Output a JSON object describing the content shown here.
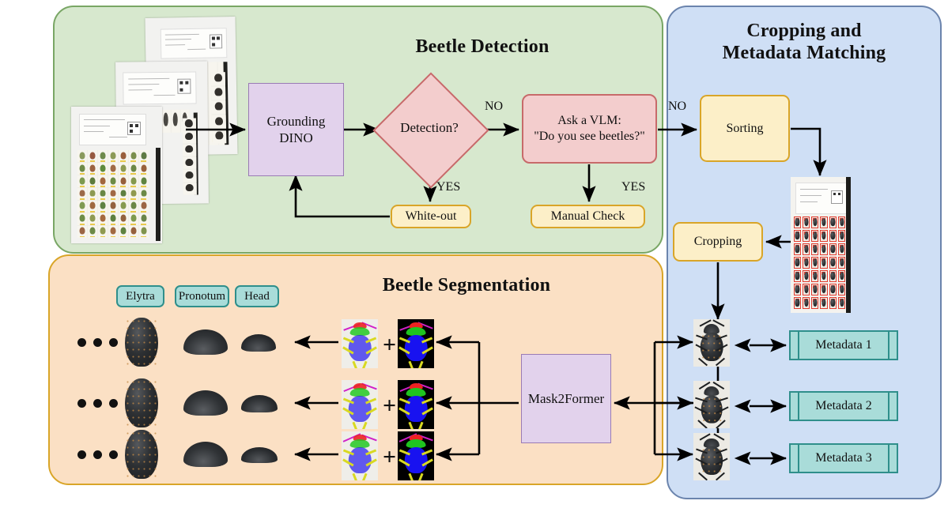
{
  "figure": {
    "panels": [
      {
        "id": "detection",
        "title": "Beetle Detection",
        "color": "#d7e8ce"
      },
      {
        "id": "cropping",
        "title": "Cropping and\nMetadata Matching",
        "color": "#cfdff5"
      },
      {
        "id": "segmentation",
        "title": "Beetle Segmentation",
        "color": "#fbe0c4"
      }
    ],
    "panel_titles": {
      "detection": "Beetle Detection",
      "cropping_line1": "Cropping and",
      "cropping_line2": "Metadata Matching",
      "segmentation": "Beetle Segmentation"
    }
  },
  "detection": {
    "grounding_dino": "Grounding\nDINO",
    "grounding_dino_line1": "Grounding",
    "grounding_dino_line2": "DINO",
    "decision": "Detection?",
    "vlm_line1": "Ask a VLM:",
    "vlm_line2": "\"Do you see beetles?\"",
    "white_out": "White-out",
    "manual_check": "Manual Check",
    "edge_labels": {
      "detection_no": "NO",
      "detection_yes": "YES",
      "vlm_no": "NO",
      "vlm_yes": "YES"
    }
  },
  "cropping": {
    "sorting": "Sorting",
    "cropping": "Cropping",
    "metadata": [
      {
        "label": "Metadata 1"
      },
      {
        "label": "Metadata 2"
      },
      {
        "label": "Metadata 3"
      }
    ]
  },
  "segmentation": {
    "model": "Mask2Former",
    "part_labels": [
      {
        "label": "Elytra"
      },
      {
        "label": "Pronotum"
      },
      {
        "label": "Head"
      }
    ],
    "rows": [
      {
        "ellipsis": "•••",
        "plus": "+"
      },
      {
        "ellipsis": "•••",
        "plus": "+"
      },
      {
        "ellipsis": "•••",
        "plus": "+"
      }
    ],
    "plus_symbol": "+"
  },
  "colors": {
    "panel_detection_fill": "#d7e8ce",
    "panel_detection_border": "#79a665",
    "panel_cropping_fill": "#cfdff5",
    "panel_cropping_border": "#6b84ad",
    "panel_segmentation_fill": "#fbe0c4",
    "panel_segmentation_border": "#d9a528",
    "model_box_fill": "#e2d2ec",
    "model_box_border": "#9a7bb5",
    "decision_fill": "#f3cdcd",
    "decision_border": "#c76a6a",
    "action_fill": "#fcefc8",
    "action_border": "#d9a528",
    "metadata_fill": "#a9dcd9",
    "metadata_border": "#2f8f8b",
    "arrow": "#000000",
    "mask_elytra": "#1812f0",
    "mask_pronotum": "#1fc41f",
    "mask_head": "#ee2222",
    "mask_legs": "#d9d922",
    "mask_antennae": "#d020c8"
  }
}
